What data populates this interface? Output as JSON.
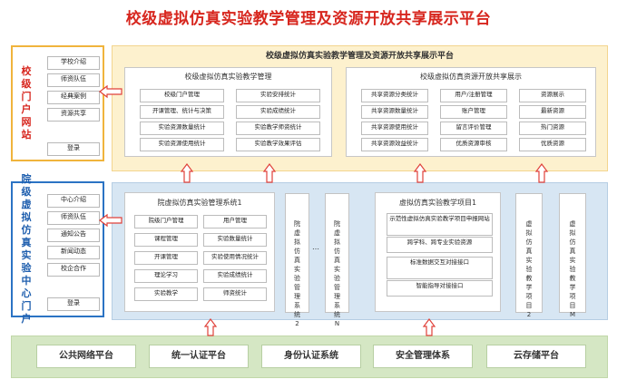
{
  "title": "校级虚拟仿真实验教学管理及资源开放共享展示平台",
  "school_portal": {
    "title": "校级门户网站",
    "items": [
      "学校介绍",
      "师资队伍",
      "经典案例",
      "资源共享"
    ],
    "login": "登录"
  },
  "college_portal": {
    "title": "院级虚拟仿真实验中心门户",
    "items": [
      "中心介绍",
      "师资队伍",
      "通知公告",
      "新闻动态",
      "校企合作"
    ],
    "login": "登录"
  },
  "top_platform": {
    "title": "校级虚拟仿真实验教学管理及资源开放共享展示平台",
    "mgmt": {
      "title": "校级虚拟仿真实验教学管理",
      "cells": [
        "校级门户管理",
        "实验安排统计",
        "开课管理、统计与决策",
        "实验成绩统计",
        "实验资源数量统计",
        "实验教学师资统计",
        "实验资源使用统计",
        "实验教学效果评估"
      ]
    },
    "share": {
      "title": "校级虚拟仿真资源开放共享展示",
      "cells": [
        "共享资源分类统计",
        "用户/注册管理",
        "资源展示",
        "共享资源数量统计",
        "账户管理",
        "最新资源",
        "共享资源使用统计",
        "留言评价管理",
        "热门资源",
        "共享资源效益统计",
        "优质资源审核",
        "优质资源"
      ]
    }
  },
  "college_platform": {
    "sys1": {
      "title": "院虚拟仿真实验管理系统1",
      "cells": [
        "院级门户管理",
        "用户管理",
        "课程管理",
        "实验数量统计",
        "开课管理",
        "实验使用情况统计",
        "理论学习",
        "实验成绩统计",
        "实验教学",
        "师资统计"
      ]
    },
    "sys2": "院虚拟仿真实验管理系统2",
    "sysN": "院虚拟仿真实验管理系统N",
    "proj1": {
      "title": "虚拟仿真实验教学项目1",
      "cells": [
        "示范性虚拟仿真实验教学项目申报网站",
        "跨学科、跨专业实验资源",
        "标准数据交互对接接口",
        "智能指导对接接口"
      ]
    },
    "proj2": "虚拟仿真实验教学项目2",
    "projM": "虚拟仿真实验教学项目M",
    "dots": "…"
  },
  "bottom": [
    "公共网络平台",
    "统一认证平台",
    "身份认证系统",
    "安全管理体系",
    "云存储平台"
  ],
  "colors": {
    "title_red": "#d7261e",
    "arrow_red": "#e0413a",
    "yellow_bg": "#fdf1ce",
    "blue_bg": "#d7e6f3",
    "green_bg": "#d5e7c4",
    "school_border": "#f0b43c",
    "college_border": "#2b73c4"
  }
}
